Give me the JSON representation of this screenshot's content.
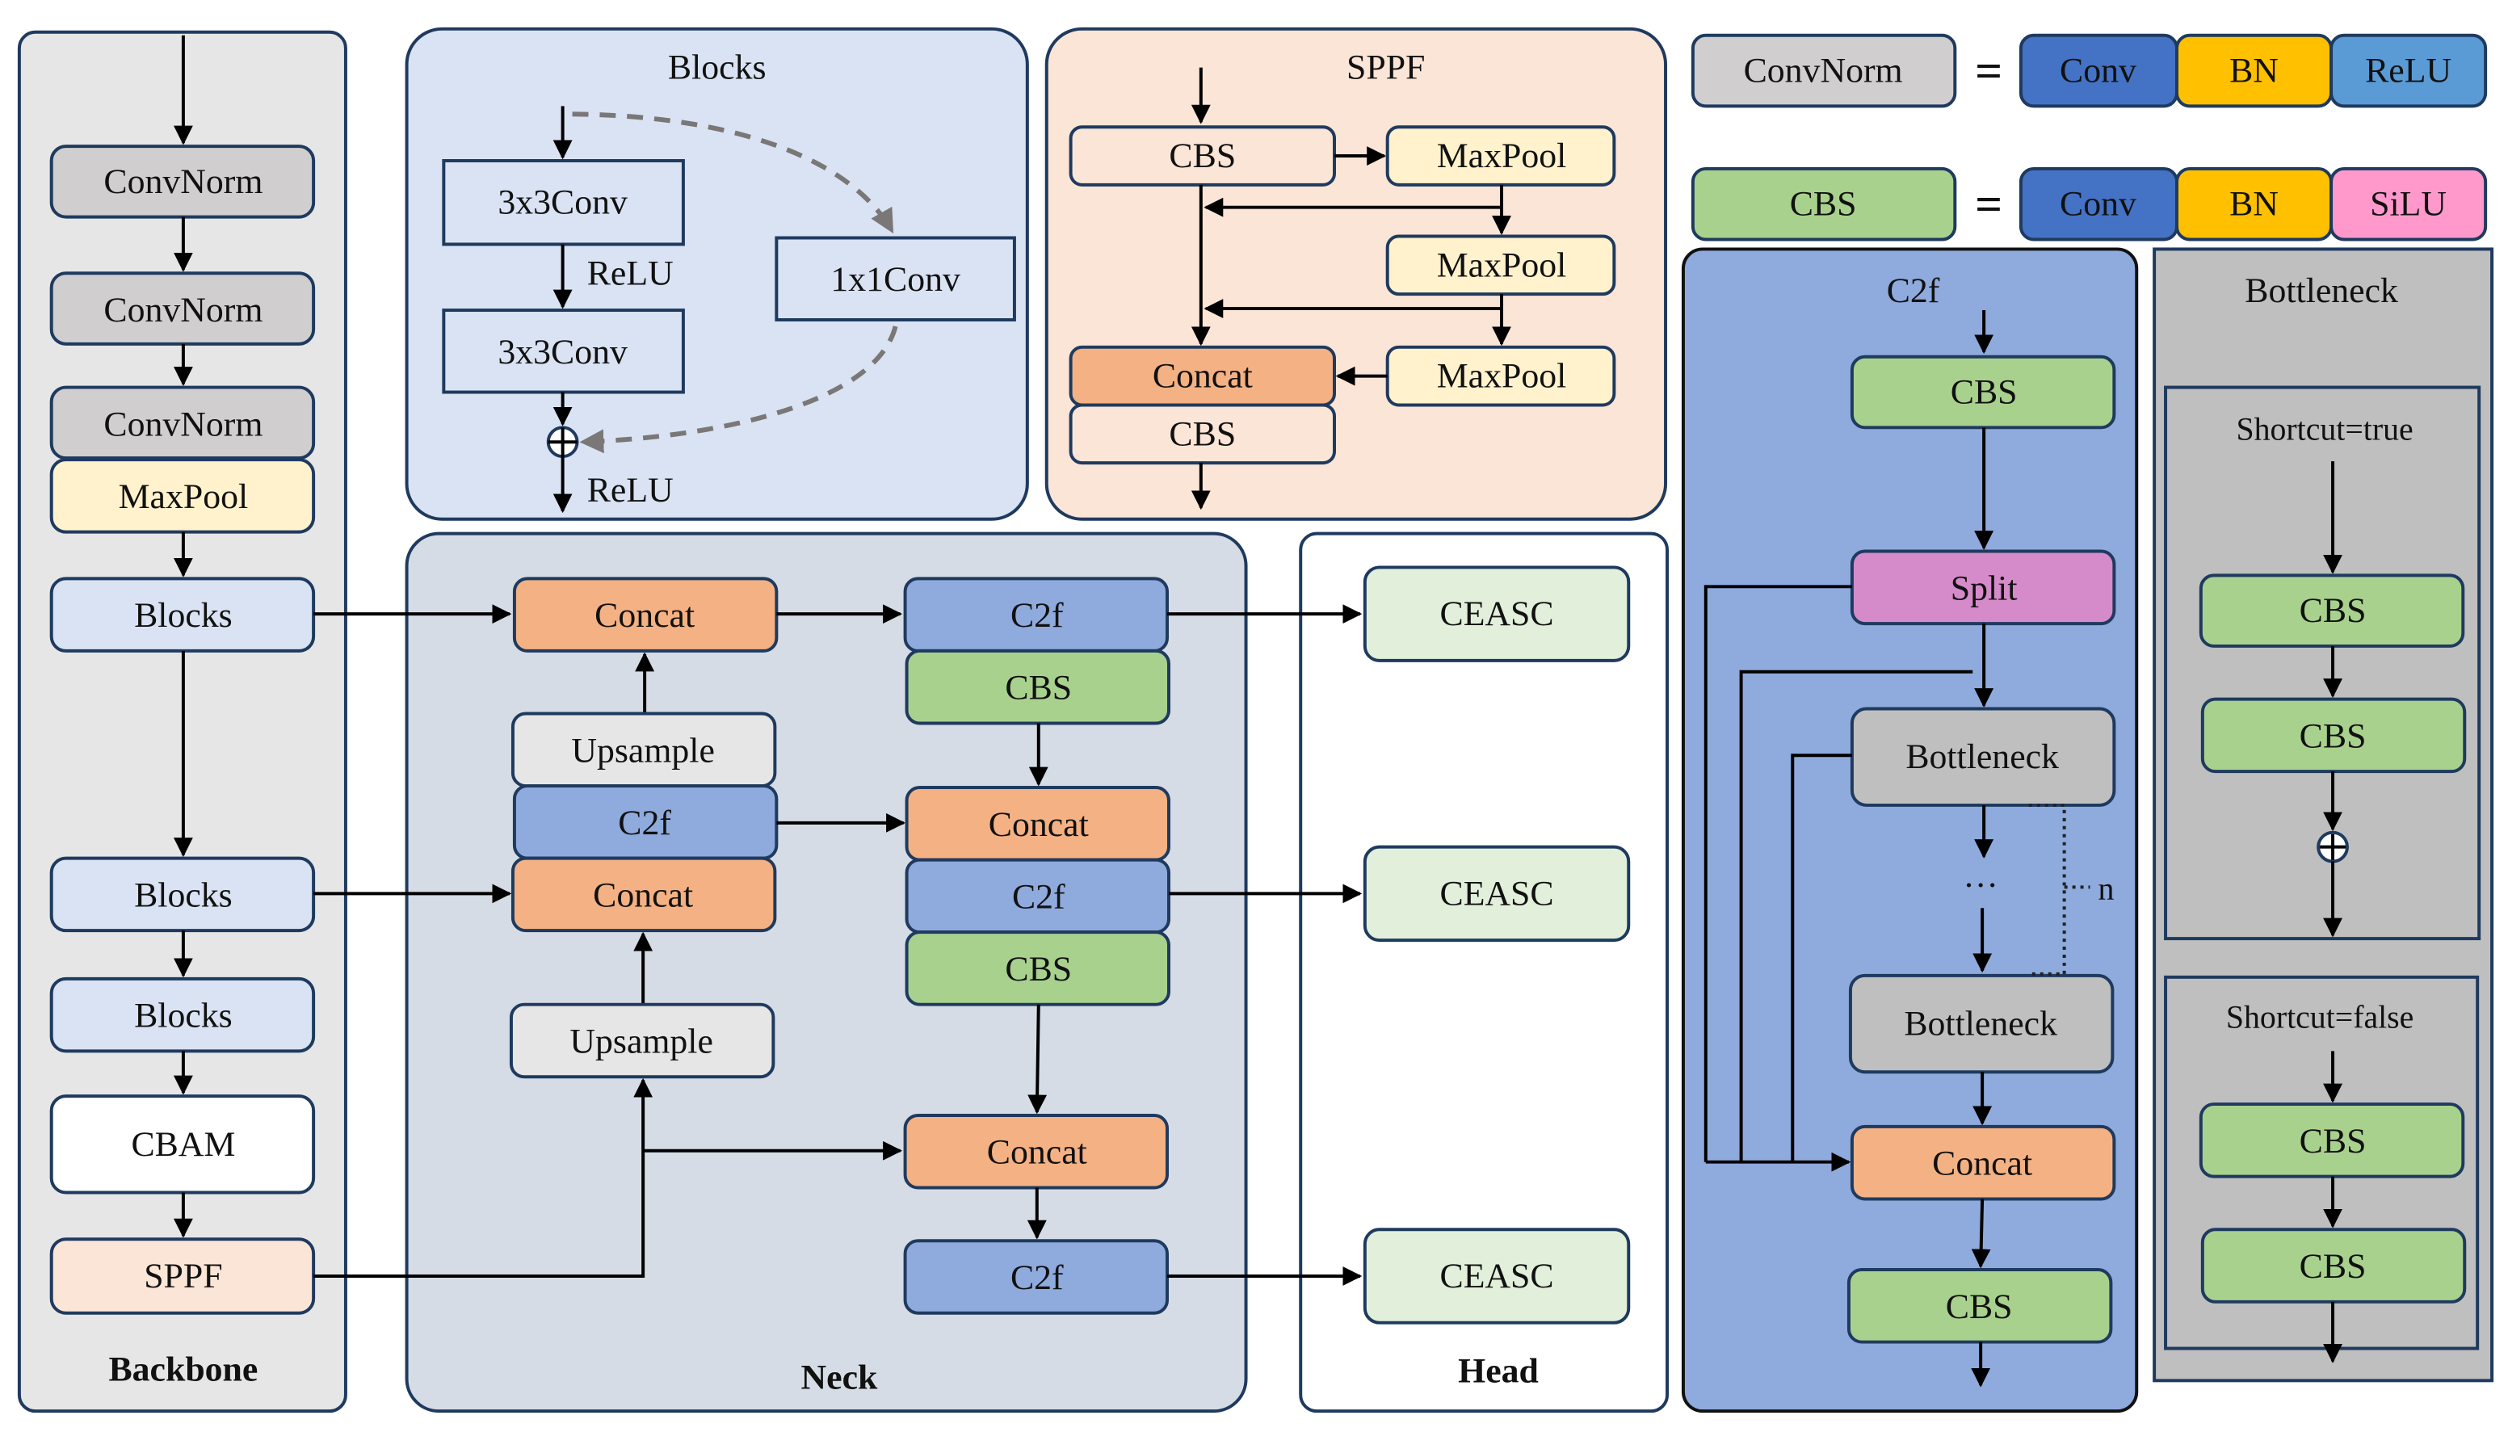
{
  "colors": {
    "backbone_bg": "#e6e6e6",
    "blocks_panel_bg": "#dae3f3",
    "sppf_panel_bg": "#fbe5d6",
    "neck_bg": "#d6dce5",
    "head_bg": "#ffffff",
    "c2f_panel_bg": "#8faadc",
    "bottleneck_panel_bg": "#bfbfbf",
    "convnorm": "#d0cece",
    "maxpool": "#fff2cc",
    "blocks": "#dae3f3",
    "cbam": "#ffffff",
    "sppf": "#fbe5d6",
    "concat": "#f4b183",
    "c2f": "#8faadc",
    "cbs": "#a9d18e",
    "upsample": "#e7e6e6",
    "ceasc": "#e2efda",
    "split": "#d58bc9",
    "bottleneck": "#bfbfbf",
    "conv": "#4472c4",
    "bn": "#ffc000",
    "relu": "#5b9bd5",
    "silu": "#ff99cc"
  },
  "backbone": {
    "title": "Backbone",
    "nodes": [
      "ConvNorm",
      "ConvNorm",
      "ConvNorm",
      "MaxPool",
      "Blocks",
      "Blocks",
      "Blocks",
      "CBAM",
      "SPPF"
    ]
  },
  "blocks_detail": {
    "title": "Blocks",
    "conv_a": "3x3Conv",
    "conv_b": "3x3Conv",
    "conv_1x1": "1x1Conv",
    "act_mid": "ReLU",
    "act_out": "ReLU"
  },
  "sppf_detail": {
    "title": "SPPF",
    "cbs_in": "CBS",
    "maxpool_1": "MaxPool",
    "maxpool_2": "MaxPool",
    "maxpool_3": "MaxPool",
    "concat": "Concat",
    "cbs_out": "CBS"
  },
  "legend": {
    "equals": "=",
    "convnorm": {
      "name": "ConvNorm",
      "parts": [
        "Conv",
        "BN",
        "ReLU"
      ]
    },
    "cbs": {
      "name": "CBS",
      "parts": [
        "Conv",
        "BN",
        "SiLU"
      ]
    }
  },
  "neck": {
    "title": "Neck",
    "col1": [
      "Concat",
      "Upsample",
      "C2f",
      "Concat",
      "Upsample"
    ],
    "col2": [
      "C2f",
      "CBS",
      "Concat",
      "C2f",
      "CBS",
      "Concat",
      "C2f"
    ]
  },
  "head": {
    "title": "Head",
    "nodes": [
      "CEASC",
      "CEASC",
      "CEASC"
    ]
  },
  "c2f_detail": {
    "title": "C2f",
    "cbs_in": "CBS",
    "split": "Split",
    "bottleneck_1": "Bottleneck",
    "ellipsis": "···",
    "repeat_label": "n",
    "bottleneck_n": "Bottleneck",
    "concat": "Concat",
    "cbs_out": "CBS"
  },
  "bottleneck_detail": {
    "title": "Bottleneck",
    "true_case": {
      "title": "Shortcut=true",
      "nodes": [
        "CBS",
        "CBS"
      ]
    },
    "false_case": {
      "title": "Shortcut=false",
      "nodes": [
        "CBS",
        "CBS"
      ]
    }
  }
}
